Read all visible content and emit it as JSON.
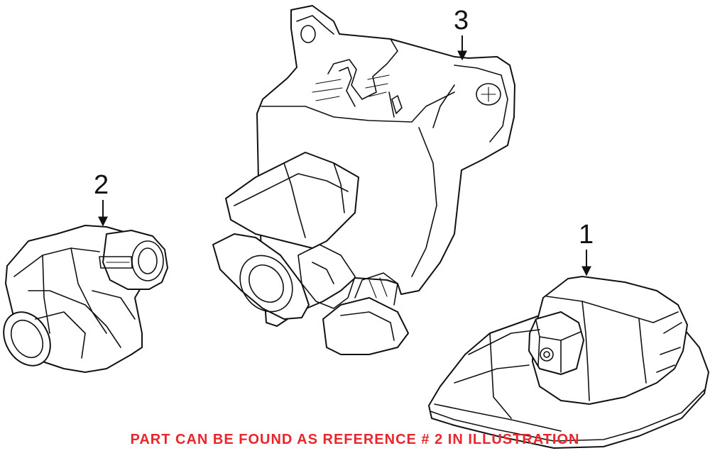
{
  "diagram": {
    "callouts": [
      {
        "id": "part-1",
        "number": "1"
      },
      {
        "id": "part-2",
        "number": "2"
      },
      {
        "id": "part-3",
        "number": "3"
      }
    ],
    "caption": "PART CAN BE FOUND AS REFERENCE # 2 IN ILLUSTRATION",
    "caption_color": "#e8262c",
    "line_color": "#111111"
  }
}
